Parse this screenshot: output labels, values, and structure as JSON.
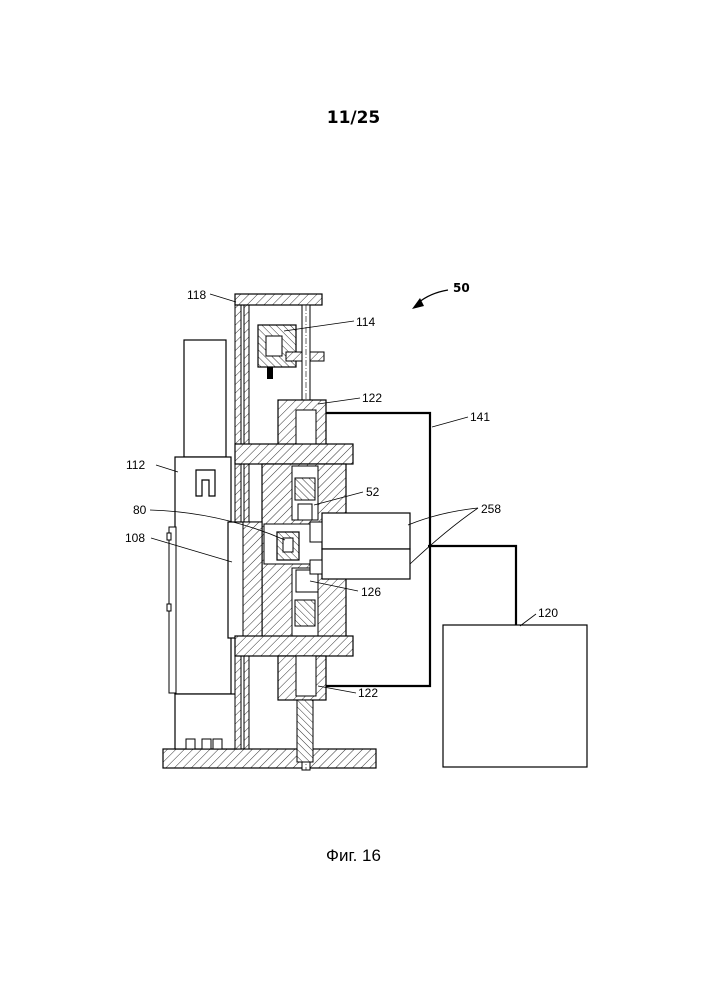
{
  "page_number": "11/25",
  "caption": "Фиг. 16",
  "reference_labels": {
    "r50": "50",
    "r118": "118",
    "r114": "114",
    "r122_top": "122",
    "r141": "141",
    "r112": "112",
    "r52": "52",
    "r80": "80",
    "r258": "258",
    "r108": "108",
    "r126": "126",
    "r120": "120",
    "r122_bottom": "122"
  }
}
